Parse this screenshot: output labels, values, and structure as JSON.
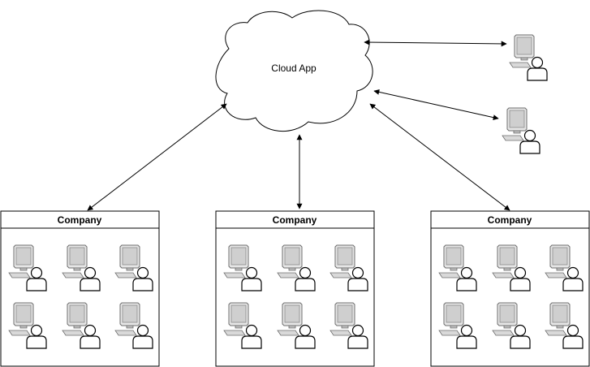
{
  "cloud": {
    "label": "Cloud App"
  },
  "companies": [
    {
      "title": "Company",
      "workstations": 6
    },
    {
      "title": "Company",
      "workstations": 6
    },
    {
      "title": "Company",
      "workstations": 6
    }
  ],
  "remote_users": 2,
  "icons": {
    "workstation": "user-workstation-icon",
    "cloud": "cloud-icon"
  },
  "colors": {
    "stroke": "#000000",
    "monitor": "#9e9e9e",
    "screen": "#cfcfcf",
    "background": "#ffffff"
  }
}
